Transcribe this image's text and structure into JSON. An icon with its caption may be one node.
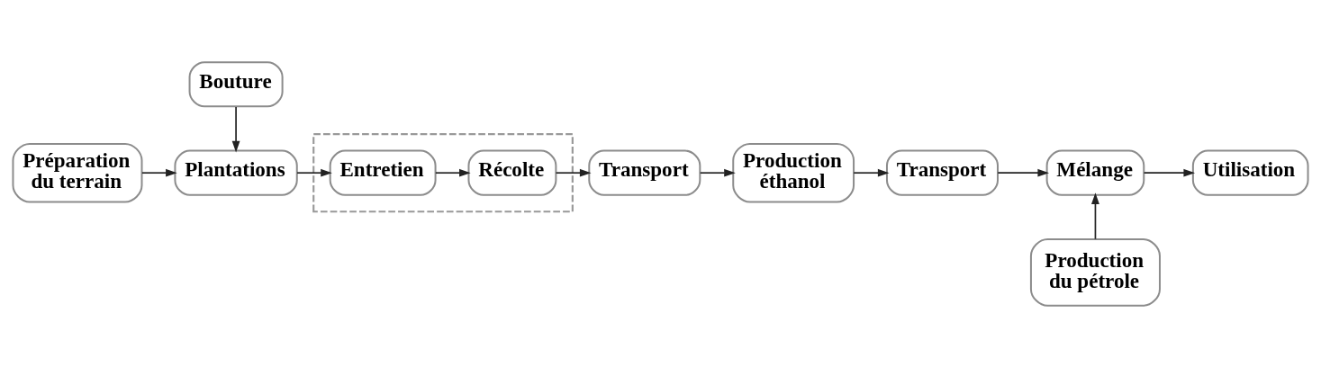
{
  "diagram": {
    "nodes": [
      {
        "text": [
          "Préparation du terrain"
        ]
      },
      {
        "text": [
          "Bouture"
        ]
      },
      {
        "text": [
          "Plantations"
        ]
      },
      {
        "text": [],
        "shape": "box"
      },
      {
        "text": [
          "Entretien"
        ],
        "in": 3
      },
      {
        "text": [
          "Récolte"
        ],
        "in": 3
      },
      {
        "text": [
          "Transport"
        ]
      },
      {
        "text": [
          "Production éthanol"
        ]
      },
      {
        "text": [
          "Transport"
        ]
      },
      {
        "text": [
          "Mélange"
        ]
      },
      {
        "text": [
          "Utilisation"
        ]
      },
      {
        "text": [
          "Production du pétrole"
        ]
      }
    ],
    "edges": [
      {
        "from": 0,
        "to": 2,
        "arrow": "to"
      },
      {
        "from": 1,
        "to": 2,
        "arrow": "to"
      },
      {
        "from": 2,
        "to": 4,
        "arrow": "to"
      },
      {
        "from": 4,
        "to": 5,
        "arrow": "to"
      },
      {
        "from": 5,
        "to": 6,
        "arrow": "to"
      },
      {
        "from": 6,
        "to": 7,
        "arrow": "to"
      },
      {
        "from": 7,
        "to": 8,
        "arrow": "to"
      },
      {
        "from": 8,
        "to": 9,
        "arrow": "to"
      },
      {
        "from": 11,
        "to": 9,
        "arrow": "to"
      },
      {
        "from": 9,
        "to": 10,
        "arrow": "to"
      }
    ]
  }
}
